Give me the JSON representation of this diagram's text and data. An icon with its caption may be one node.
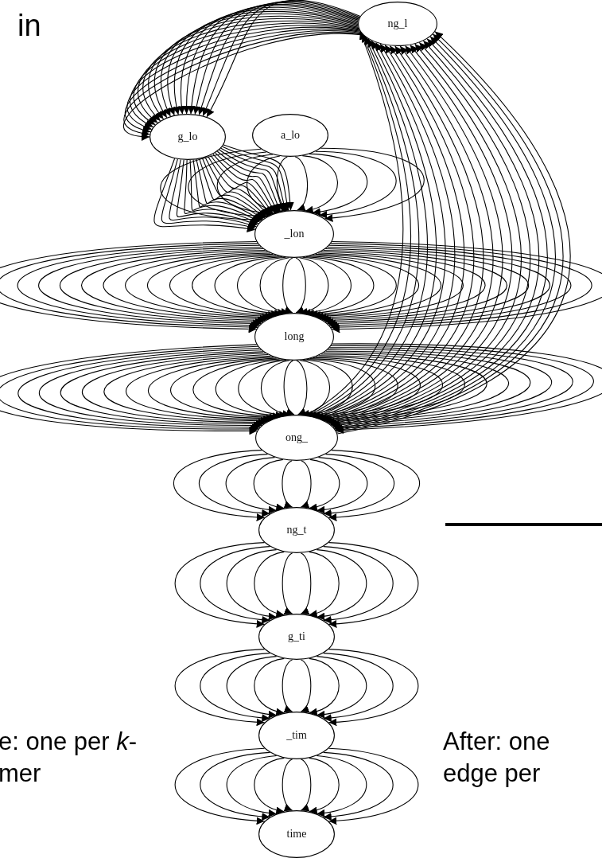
{
  "diagram": {
    "nodes": [
      {
        "text": [
          "ng_l"
        ]
      },
      {
        "text": [
          "g_lo"
        ]
      },
      {
        "text": [
          "a_lo"
        ]
      },
      {
        "text": [
          "_lon"
        ]
      },
      {
        "text": [
          "long"
        ]
      },
      {
        "text": [
          "ong_"
        ]
      },
      {
        "text": [
          "ng_t"
        ]
      },
      {
        "text": [
          "g_ti"
        ]
      },
      {
        "text": [
          "_tim"
        ]
      },
      {
        "text": [
          "time"
        ]
      }
    ],
    "edges": [
      {
        "from": 2,
        "to": 3,
        "arrow": "to"
      },
      {
        "from": 2,
        "to": 3,
        "arrow": "to"
      },
      {
        "from": 2,
        "to": 3,
        "arrow": "to"
      },
      {
        "from": 2,
        "to": 3,
        "arrow": "to"
      },
      {
        "from": 2,
        "to": 3,
        "arrow": "to"
      },
      {
        "from": 2,
        "to": 3,
        "arrow": "to"
      },
      {
        "from": 2,
        "to": 3,
        "arrow": "to"
      },
      {
        "from": 2,
        "to": 3,
        "arrow": "to"
      },
      {
        "from": 2,
        "to": 3,
        "arrow": "to"
      },
      {
        "from": 2,
        "to": 3,
        "arrow": "to"
      },
      {
        "from": 3,
        "to": 4,
        "arrow": "to"
      },
      {
        "from": 3,
        "to": 4,
        "arrow": "to"
      },
      {
        "from": 3,
        "to": 4,
        "arrow": "to"
      },
      {
        "from": 3,
        "to": 4,
        "arrow": "to"
      },
      {
        "from": 3,
        "to": 4,
        "arrow": "to"
      },
      {
        "from": 3,
        "to": 4,
        "arrow": "to"
      },
      {
        "from": 3,
        "to": 4,
        "arrow": "to"
      },
      {
        "from": 3,
        "to": 4,
        "arrow": "to"
      },
      {
        "from": 3,
        "to": 4,
        "arrow": "to"
      },
      {
        "from": 3,
        "to": 4,
        "arrow": "to"
      },
      {
        "from": 3,
        "to": 4,
        "arrow": "to"
      },
      {
        "from": 3,
        "to": 4,
        "arrow": "to"
      },
      {
        "from": 3,
        "to": 4,
        "arrow": "to"
      },
      {
        "from": 3,
        "to": 4,
        "arrow": "to"
      },
      {
        "from": 3,
        "to": 4,
        "arrow": "to"
      },
      {
        "from": 3,
        "to": 4,
        "arrow": "to"
      },
      {
        "from": 3,
        "to": 4,
        "arrow": "to"
      },
      {
        "from": 3,
        "to": 4,
        "arrow": "to"
      },
      {
        "from": 3,
        "to": 4,
        "arrow": "to"
      },
      {
        "from": 3,
        "to": 4,
        "arrow": "to"
      },
      {
        "from": 3,
        "to": 4,
        "arrow": "to"
      },
      {
        "from": 3,
        "to": 4,
        "arrow": "to"
      },
      {
        "from": 3,
        "to": 4,
        "arrow": "to"
      },
      {
        "from": 3,
        "to": 4,
        "arrow": "to"
      },
      {
        "from": 3,
        "to": 4,
        "arrow": "to"
      },
      {
        "from": 3,
        "to": 4,
        "arrow": "to"
      },
      {
        "from": 3,
        "to": 4,
        "arrow": "to"
      },
      {
        "from": 3,
        "to": 4,
        "arrow": "to"
      },
      {
        "from": 3,
        "to": 4,
        "arrow": "to"
      },
      {
        "from": 3,
        "to": 4,
        "arrow": "to"
      },
      {
        "from": 4,
        "to": 5,
        "arrow": "to"
      },
      {
        "from": 4,
        "to": 5,
        "arrow": "to"
      },
      {
        "from": 4,
        "to": 5,
        "arrow": "to"
      },
      {
        "from": 4,
        "to": 5,
        "arrow": "to"
      },
      {
        "from": 4,
        "to": 5,
        "arrow": "to"
      },
      {
        "from": 4,
        "to": 5,
        "arrow": "to"
      },
      {
        "from": 4,
        "to": 5,
        "arrow": "to"
      },
      {
        "from": 4,
        "to": 5,
        "arrow": "to"
      },
      {
        "from": 4,
        "to": 5,
        "arrow": "to"
      },
      {
        "from": 4,
        "to": 5,
        "arrow": "to"
      },
      {
        "from": 4,
        "to": 5,
        "arrow": "to"
      },
      {
        "from": 4,
        "to": 5,
        "arrow": "to"
      },
      {
        "from": 4,
        "to": 5,
        "arrow": "to"
      },
      {
        "from": 4,
        "to": 5,
        "arrow": "to"
      },
      {
        "from": 4,
        "to": 5,
        "arrow": "to"
      },
      {
        "from": 4,
        "to": 5,
        "arrow": "to"
      },
      {
        "from": 4,
        "to": 5,
        "arrow": "to"
      },
      {
        "from": 4,
        "to": 5,
        "arrow": "to"
      },
      {
        "from": 4,
        "to": 5,
        "arrow": "to"
      },
      {
        "from": 4,
        "to": 5,
        "arrow": "to"
      },
      {
        "from": 4,
        "to": 5,
        "arrow": "to"
      },
      {
        "from": 4,
        "to": 5,
        "arrow": "to"
      },
      {
        "from": 4,
        "to": 5,
        "arrow": "to"
      },
      {
        "from": 4,
        "to": 5,
        "arrow": "to"
      },
      {
        "from": 4,
        "to": 5,
        "arrow": "to"
      },
      {
        "from": 4,
        "to": 5,
        "arrow": "to"
      },
      {
        "from": 4,
        "to": 5,
        "arrow": "to"
      },
      {
        "from": 4,
        "to": 5,
        "arrow": "to"
      },
      {
        "from": 4,
        "to": 5,
        "arrow": "to"
      },
      {
        "from": 4,
        "to": 5,
        "arrow": "to"
      },
      {
        "from": 5,
        "to": 0,
        "arrow": "to"
      },
      {
        "from": 5,
        "to": 0,
        "arrow": "to"
      },
      {
        "from": 5,
        "to": 0,
        "arrow": "to"
      },
      {
        "from": 5,
        "to": 0,
        "arrow": "to"
      },
      {
        "from": 5,
        "to": 0,
        "arrow": "to"
      },
      {
        "from": 5,
        "to": 0,
        "arrow": "to"
      },
      {
        "from": 5,
        "to": 0,
        "arrow": "to"
      },
      {
        "from": 5,
        "to": 0,
        "arrow": "to"
      },
      {
        "from": 5,
        "to": 0,
        "arrow": "to"
      },
      {
        "from": 5,
        "to": 0,
        "arrow": "to"
      },
      {
        "from": 5,
        "to": 0,
        "arrow": "to"
      },
      {
        "from": 5,
        "to": 0,
        "arrow": "to"
      },
      {
        "from": 5,
        "to": 0,
        "arrow": "to"
      },
      {
        "from": 5,
        "to": 0,
        "arrow": "to"
      },
      {
        "from": 5,
        "to": 0,
        "arrow": "to"
      },
      {
        "from": 5,
        "to": 0,
        "arrow": "to"
      },
      {
        "from": 5,
        "to": 0,
        "arrow": "to"
      },
      {
        "from": 5,
        "to": 0,
        "arrow": "to"
      },
      {
        "from": 5,
        "to": 0,
        "arrow": "to"
      },
      {
        "from": 5,
        "to": 0,
        "arrow": "to"
      },
      {
        "from": 0,
        "to": 1,
        "arrow": "to"
      },
      {
        "from": 0,
        "to": 1,
        "arrow": "to"
      },
      {
        "from": 0,
        "to": 1,
        "arrow": "to"
      },
      {
        "from": 0,
        "to": 1,
        "arrow": "to"
      },
      {
        "from": 0,
        "to": 1,
        "arrow": "to"
      },
      {
        "from": 0,
        "to": 1,
        "arrow": "to"
      },
      {
        "from": 0,
        "to": 1,
        "arrow": "to"
      },
      {
        "from": 0,
        "to": 1,
        "arrow": "to"
      },
      {
        "from": 0,
        "to": 1,
        "arrow": "to"
      },
      {
        "from": 0,
        "to": 1,
        "arrow": "to"
      },
      {
        "from": 0,
        "to": 1,
        "arrow": "to"
      },
      {
        "from": 0,
        "to": 1,
        "arrow": "to"
      },
      {
        "from": 0,
        "to": 1,
        "arrow": "to"
      },
      {
        "from": 0,
        "to": 1,
        "arrow": "to"
      },
      {
        "from": 0,
        "to": 1,
        "arrow": "to"
      },
      {
        "from": 0,
        "to": 1,
        "arrow": "to"
      },
      {
        "from": 0,
        "to": 1,
        "arrow": "to"
      },
      {
        "from": 0,
        "to": 1,
        "arrow": "to"
      },
      {
        "from": 0,
        "to": 1,
        "arrow": "to"
      },
      {
        "from": 0,
        "to": 1,
        "arrow": "to"
      },
      {
        "from": 1,
        "to": 3,
        "arrow": "to"
      },
      {
        "from": 1,
        "to": 3,
        "arrow": "to"
      },
      {
        "from": 1,
        "to": 3,
        "arrow": "to"
      },
      {
        "from": 1,
        "to": 3,
        "arrow": "to"
      },
      {
        "from": 1,
        "to": 3,
        "arrow": "to"
      },
      {
        "from": 1,
        "to": 3,
        "arrow": "to"
      },
      {
        "from": 1,
        "to": 3,
        "arrow": "to"
      },
      {
        "from": 1,
        "to": 3,
        "arrow": "to"
      },
      {
        "from": 1,
        "to": 3,
        "arrow": "to"
      },
      {
        "from": 1,
        "to": 3,
        "arrow": "to"
      },
      {
        "from": 1,
        "to": 3,
        "arrow": "to"
      },
      {
        "from": 1,
        "to": 3,
        "arrow": "to"
      },
      {
        "from": 1,
        "to": 3,
        "arrow": "to"
      },
      {
        "from": 1,
        "to": 3,
        "arrow": "to"
      },
      {
        "from": 1,
        "to": 3,
        "arrow": "to"
      },
      {
        "from": 1,
        "to": 3,
        "arrow": "to"
      },
      {
        "from": 1,
        "to": 3,
        "arrow": "to"
      },
      {
        "from": 1,
        "to": 3,
        "arrow": "to"
      },
      {
        "from": 1,
        "to": 3,
        "arrow": "to"
      },
      {
        "from": 1,
        "to": 3,
        "arrow": "to"
      },
      {
        "from": 5,
        "to": 6,
        "arrow": "to"
      },
      {
        "from": 5,
        "to": 6,
        "arrow": "to"
      },
      {
        "from": 5,
        "to": 6,
        "arrow": "to"
      },
      {
        "from": 5,
        "to": 6,
        "arrow": "to"
      },
      {
        "from": 5,
        "to": 6,
        "arrow": "to"
      },
      {
        "from": 5,
        "to": 6,
        "arrow": "to"
      },
      {
        "from": 5,
        "to": 6,
        "arrow": "to"
      },
      {
        "from": 5,
        "to": 6,
        "arrow": "to"
      },
      {
        "from": 5,
        "to": 6,
        "arrow": "to"
      },
      {
        "from": 5,
        "to": 6,
        "arrow": "to"
      },
      {
        "from": 6,
        "to": 7,
        "arrow": "to"
      },
      {
        "from": 6,
        "to": 7,
        "arrow": "to"
      },
      {
        "from": 6,
        "to": 7,
        "arrow": "to"
      },
      {
        "from": 6,
        "to": 7,
        "arrow": "to"
      },
      {
        "from": 6,
        "to": 7,
        "arrow": "to"
      },
      {
        "from": 6,
        "to": 7,
        "arrow": "to"
      },
      {
        "from": 6,
        "to": 7,
        "arrow": "to"
      },
      {
        "from": 6,
        "to": 7,
        "arrow": "to"
      },
      {
        "from": 6,
        "to": 7,
        "arrow": "to"
      },
      {
        "from": 6,
        "to": 7,
        "arrow": "to"
      },
      {
        "from": 7,
        "to": 8,
        "arrow": "to"
      },
      {
        "from": 7,
        "to": 8,
        "arrow": "to"
      },
      {
        "from": 7,
        "to": 8,
        "arrow": "to"
      },
      {
        "from": 7,
        "to": 8,
        "arrow": "to"
      },
      {
        "from": 7,
        "to": 8,
        "arrow": "to"
      },
      {
        "from": 7,
        "to": 8,
        "arrow": "to"
      },
      {
        "from": 7,
        "to": 8,
        "arrow": "to"
      },
      {
        "from": 7,
        "to": 8,
        "arrow": "to"
      },
      {
        "from": 7,
        "to": 8,
        "arrow": "to"
      },
      {
        "from": 7,
        "to": 8,
        "arrow": "to"
      },
      {
        "from": 8,
        "to": 9,
        "arrow": "to"
      },
      {
        "from": 8,
        "to": 9,
        "arrow": "to"
      },
      {
        "from": 8,
        "to": 9,
        "arrow": "to"
      },
      {
        "from": 8,
        "to": 9,
        "arrow": "to"
      },
      {
        "from": 8,
        "to": 9,
        "arrow": "to"
      },
      {
        "from": 8,
        "to": 9,
        "arrow": "to"
      },
      {
        "from": 8,
        "to": 9,
        "arrow": "to"
      },
      {
        "from": 8,
        "to": 9,
        "arrow": "to"
      },
      {
        "from": 8,
        "to": 9,
        "arrow": "to"
      },
      {
        "from": 8,
        "to": 9,
        "arrow": "to"
      }
    ],
    "labels": [
      "in",
      "e: one per *k*-mer",
      "After: one edge per"
    ]
  }
}
